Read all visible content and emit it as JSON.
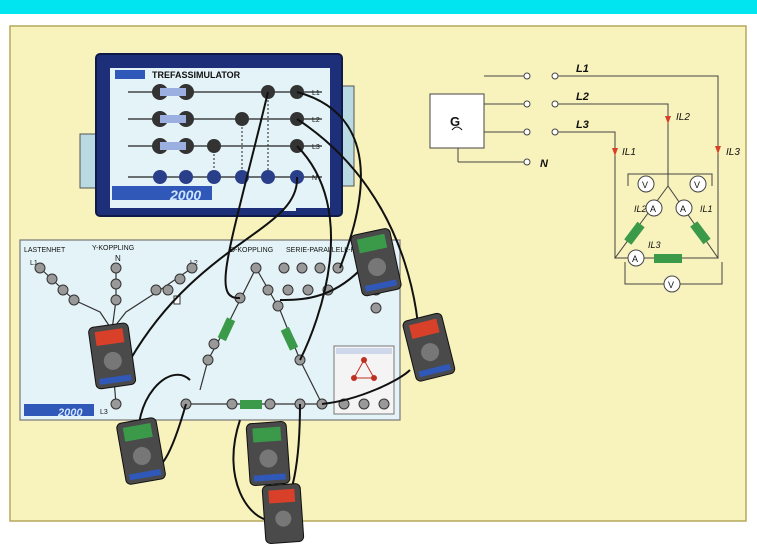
{
  "colors": {
    "top_bar": "#00e5f0",
    "background": "#f8f2bc",
    "board_navy": "#1c2f78",
    "panel_light": "#e4f3f7",
    "wire": "#111111",
    "resistor": "#3a9a4a",
    "meter_red": "#d8402a",
    "meter_green": "#3a9a4a"
  },
  "simulator": {
    "title": "TREFASSIMULATOR",
    "brand": "2000",
    "phases": [
      "L1",
      "L2",
      "L3",
      "N"
    ]
  },
  "load_board": {
    "labels": {
      "lastenhet": "LASTENHET",
      "y_koppling": "Y-KOPPLING",
      "d_koppling": "D-KOPPLING",
      "serie_parallell": "SERIE-PARALLELL-KOPPLING",
      "n": "N",
      "l1": "L1",
      "l2": "L2",
      "l3": "L3"
    },
    "brand": "2000"
  },
  "schematic": {
    "generator": "G",
    "lines": [
      "L1",
      "L2",
      "L3"
    ],
    "neutral": "N",
    "currents": [
      "IL1",
      "IL2",
      "IL3"
    ],
    "ammeter": "A",
    "voltmeter": "V"
  }
}
